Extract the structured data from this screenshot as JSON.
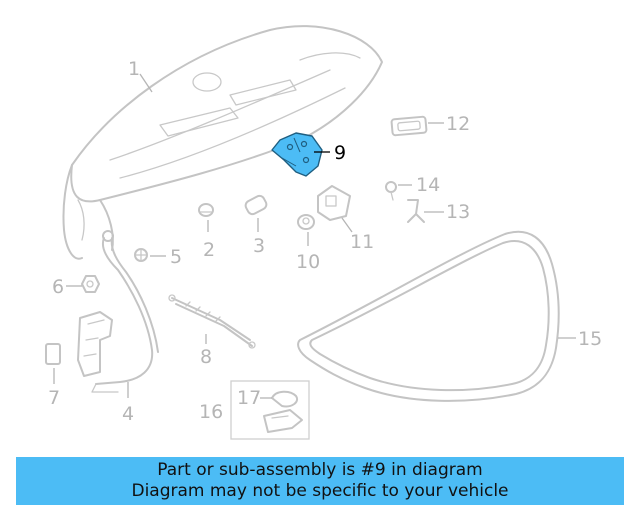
{
  "callouts": [
    {
      "id": "1",
      "label": "1",
      "highlight": false
    },
    {
      "id": "2",
      "label": "2",
      "highlight": false
    },
    {
      "id": "3",
      "label": "3",
      "highlight": false
    },
    {
      "id": "4",
      "label": "4",
      "highlight": false
    },
    {
      "id": "5",
      "label": "5",
      "highlight": false
    },
    {
      "id": "6",
      "label": "6",
      "highlight": false
    },
    {
      "id": "7",
      "label": "7",
      "highlight": false
    },
    {
      "id": "8",
      "label": "8",
      "highlight": false
    },
    {
      "id": "9",
      "label": "9",
      "highlight": true
    },
    {
      "id": "10",
      "label": "10",
      "highlight": false
    },
    {
      "id": "11",
      "label": "11",
      "highlight": false
    },
    {
      "id": "12",
      "label": "12",
      "highlight": false
    },
    {
      "id": "13",
      "label": "13",
      "highlight": false
    },
    {
      "id": "14",
      "label": "14",
      "highlight": false
    },
    {
      "id": "15",
      "label": "15",
      "highlight": false
    },
    {
      "id": "16",
      "label": "16",
      "highlight": false
    },
    {
      "id": "17",
      "label": "17",
      "highlight": false
    }
  ],
  "banner": {
    "line1": "Part or sub-assembly is #9 in diagram",
    "line2": "Diagram may not be specific to your vehicle"
  },
  "colors": {
    "banner_bg": "#4cbcf5",
    "highlight_part": "#4cbcf5",
    "part_outline": "#c4c4c4"
  }
}
